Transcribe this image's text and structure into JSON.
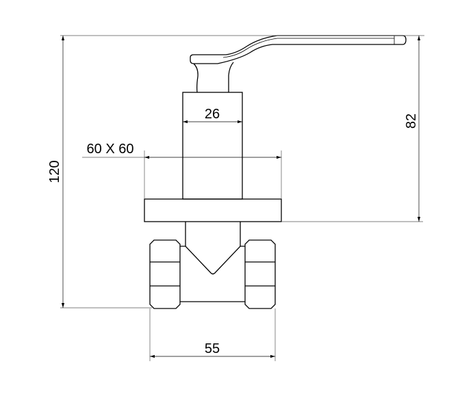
{
  "dimensions": {
    "overall_height": "120",
    "handle_height": "82",
    "stem_width": "26",
    "flange_size": "60 X 60",
    "body_width": "55"
  },
  "colors": {
    "line": "#000000",
    "dimension_line": "#555555",
    "background": "#ffffff"
  }
}
